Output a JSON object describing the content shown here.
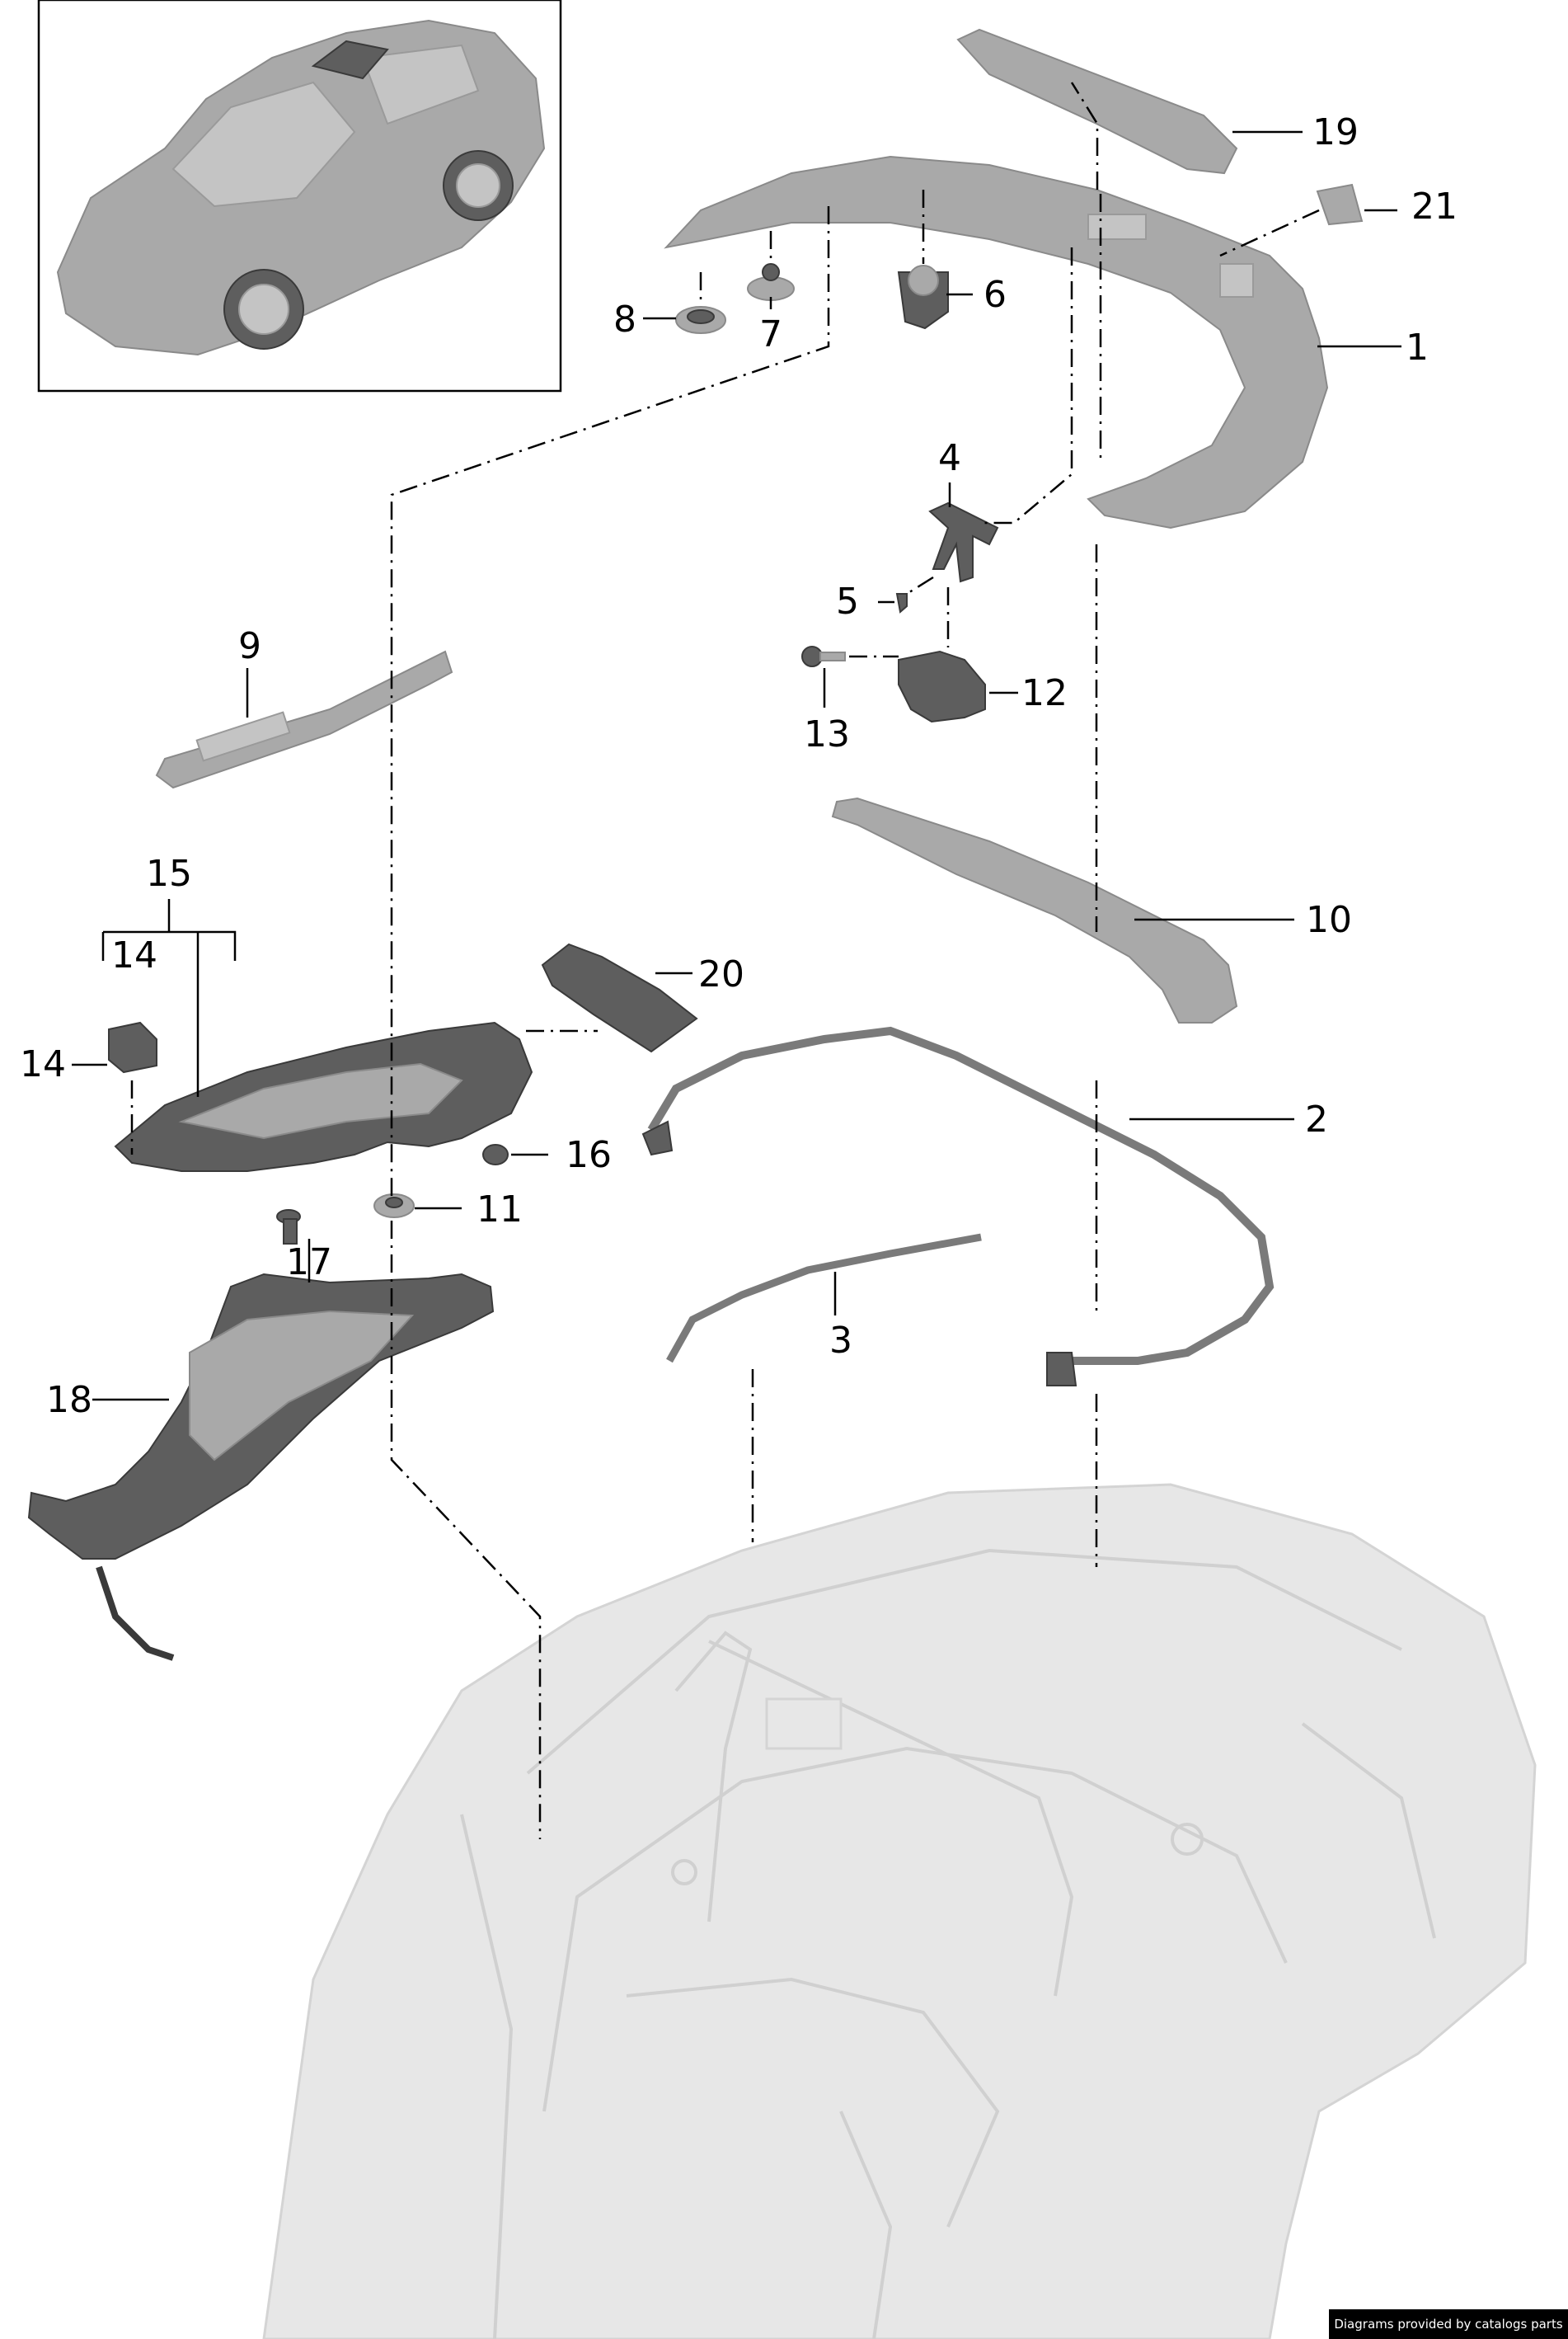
{
  "diagram": {
    "callouts": {
      "c1": "1",
      "c2": "2",
      "c3": "3",
      "c4": "4",
      "c5": "5",
      "c6": "6",
      "c7": "7",
      "c8": "8",
      "c9": "9",
      "c10": "10",
      "c11": "11",
      "c12": "12",
      "c13": "13",
      "c14a": "14",
      "c14b": "14",
      "c15": "15",
      "c16": "16",
      "c17": "17",
      "c18": "18",
      "c19": "19",
      "c20": "20",
      "c21": "21"
    }
  },
  "footer": {
    "credit": "Diagrams provided by catalogs parts"
  }
}
